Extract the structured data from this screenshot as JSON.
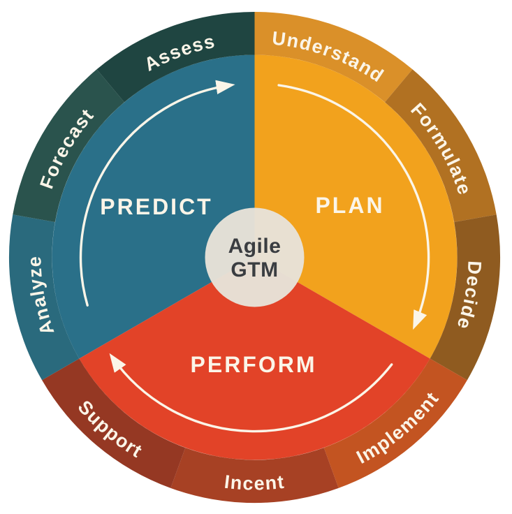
{
  "diagram": {
    "type": "cycle-wheel",
    "direction": "clockwise"
  },
  "title": {
    "line1": "Agile",
    "line2": "GTM"
  },
  "center": {
    "bg": "#E7E2D8",
    "text_color": "#3A3D41"
  },
  "text_color": "#FBF5E8",
  "arrows": {
    "color": "#FBF5E8"
  },
  "sectors": [
    {
      "label": "PREDICT",
      "color": "#2A7089"
    },
    {
      "label": "PLAN",
      "color": "#F2A21D"
    },
    {
      "label": "PERFORM",
      "color": "#E24328"
    }
  ],
  "ring": {
    "segments": [
      {
        "label": "Understand",
        "color": "#DA9029",
        "sector": "PLAN"
      },
      {
        "label": "Formulate",
        "color": "#B17122",
        "sector": "PLAN"
      },
      {
        "label": "Decide",
        "color": "#8F5B20",
        "sector": "PLAN"
      },
      {
        "label": "Implement",
        "color": "#C35421",
        "sector": "PERFORM"
      },
      {
        "label": "Incent",
        "color": "#A74124",
        "sector": "PERFORM"
      },
      {
        "label": "Support",
        "color": "#953823",
        "sector": "PERFORM"
      },
      {
        "label": "Analyze",
        "color": "#2A6A7D",
        "sector": "PREDICT"
      },
      {
        "label": "Forecast",
        "color": "#2A534D",
        "sector": "PREDICT"
      },
      {
        "label": "Assess",
        "color": "#1F4541",
        "sector": "PREDICT"
      }
    ]
  }
}
